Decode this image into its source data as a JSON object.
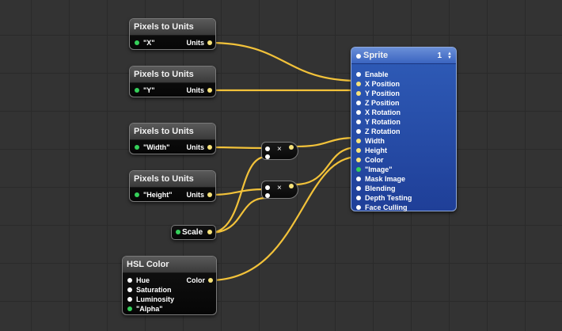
{
  "pixels_to_units_nodes": [
    {
      "title": "Pixels to Units",
      "input": "\"X\"",
      "output": "Units"
    },
    {
      "title": "Pixels to Units",
      "input": "\"Y\"",
      "output": "Units"
    },
    {
      "title": "Pixels to Units",
      "input": "\"Width\"",
      "output": "Units"
    },
    {
      "title": "Pixels to Units",
      "input": "\"Height\"",
      "output": "Units"
    }
  ],
  "multiply_symbol": "×",
  "scale_node": {
    "label": "Scale"
  },
  "hsl_node": {
    "title": "HSL Color",
    "inputs": [
      "Hue",
      "Saturation",
      "Luminosity",
      "\"Alpha\""
    ],
    "output": "Color"
  },
  "sprite_node": {
    "title": "Sprite",
    "count": "1",
    "stepper": "▲▼",
    "inputs": [
      "Enable",
      "X Position",
      "Y Position",
      "Z Position",
      "X Rotation",
      "Y Rotation",
      "Z Rotation",
      "Width",
      "Height",
      "Color",
      "\"Image\"",
      "Mask Image",
      "Blending",
      "Depth Testing",
      "Face Culling"
    ]
  },
  "colors": {
    "wire": "#f2c23a",
    "port_green": "#35d05a",
    "port_yellow": "#f6e27a",
    "sprite_blue": "#2f5cb8"
  }
}
